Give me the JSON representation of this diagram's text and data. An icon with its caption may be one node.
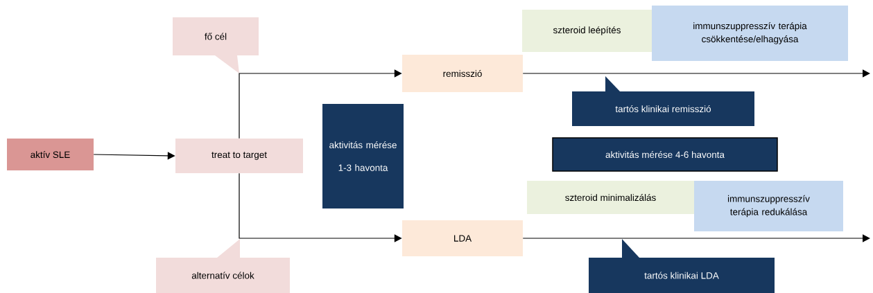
{
  "diagram": {
    "nodes": [
      {
        "text": [
          "aktív SLE"
        ]
      },
      {
        "text": [
          "treat to target"
        ]
      },
      {
        "text": [
          "fő cél"
        ]
      },
      {
        "text": [
          "remisszió"
        ]
      },
      {
        "text": [
          "LDA"
        ]
      },
      {
        "text": [
          "alternatív célok"
        ]
      },
      {
        "text": [
          "aktivitás mérése 1-3 havonta"
        ]
      },
      {
        "text": [
          "szteroid leépítés"
        ]
      },
      {
        "text": [
          "immunszuppresszív terápia csökkentése/elhagyása"
        ]
      },
      {
        "text": [
          "tartós klinikai remisszió"
        ]
      },
      {
        "text": [
          "aktivitás mérése 4-6 havonta"
        ]
      },
      {
        "text": [
          "szteroid minimalizálás"
        ]
      },
      {
        "text": [
          "immunszuppresszív terápia redukálása"
        ]
      },
      {
        "text": [
          "tartós klinikai LDA"
        ]
      }
    ],
    "edges": [
      {
        "from": 0,
        "to": 1,
        "arrow": "to"
      },
      {
        "from": 1,
        "to": 3,
        "arrow": "to"
      },
      {
        "from": 1,
        "to": 4,
        "arrow": "to"
      },
      {
        "from": 3,
        "to": null,
        "arrow": "to"
      },
      {
        "from": 4,
        "to": null,
        "arrow": "to"
      }
    ]
  }
}
